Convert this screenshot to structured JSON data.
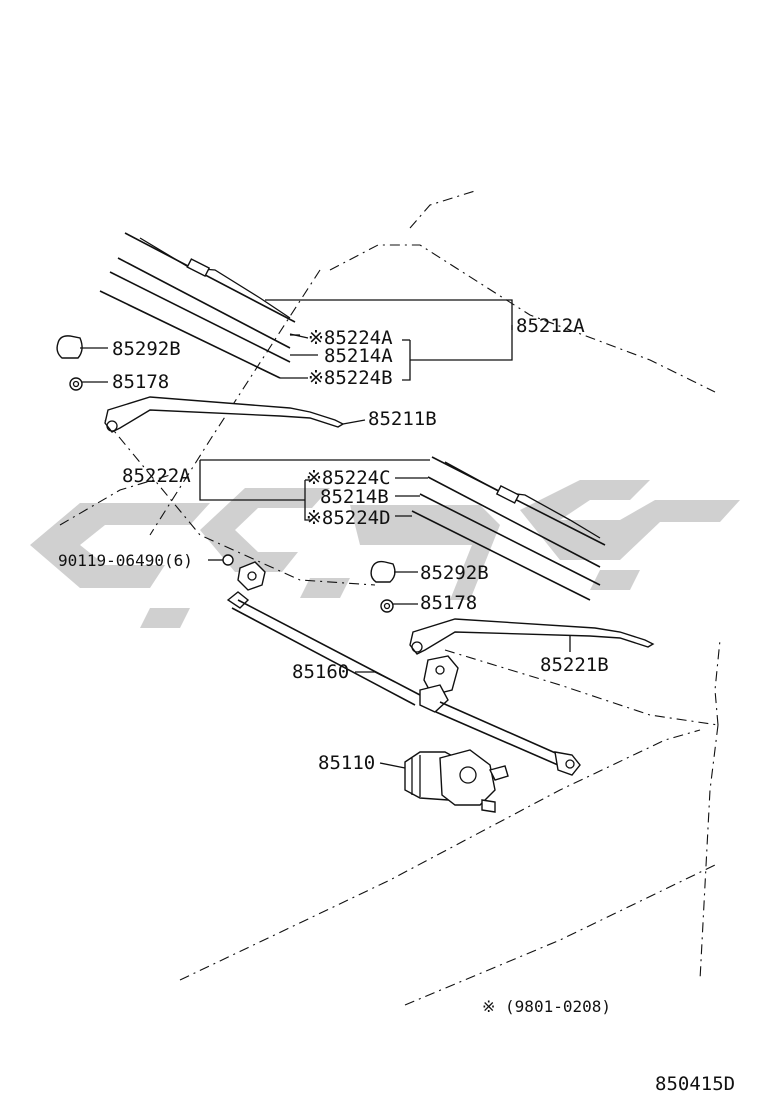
{
  "diagram": {
    "code": "850415D",
    "note": "※ (9801-0208)",
    "watermark_color": "#c8c8c8",
    "labels": {
      "l85212A": "85212A",
      "l85224A": "※85224A",
      "l85214A": "85214A",
      "l85224B": "※85224B",
      "l85292B_top": "85292B",
      "l85178_top": "85178",
      "l85211B": "85211B",
      "l85222A": "85222A",
      "l85224C": "※85224C",
      "l85214B": "85214B",
      "l85224D": "※85224D",
      "l90119": "90119-06490(6)",
      "l85292B_mid": "85292B",
      "l85178_mid": "85178",
      "l85221B": "85221B",
      "l85160": "85160",
      "l85110": "85110"
    }
  }
}
